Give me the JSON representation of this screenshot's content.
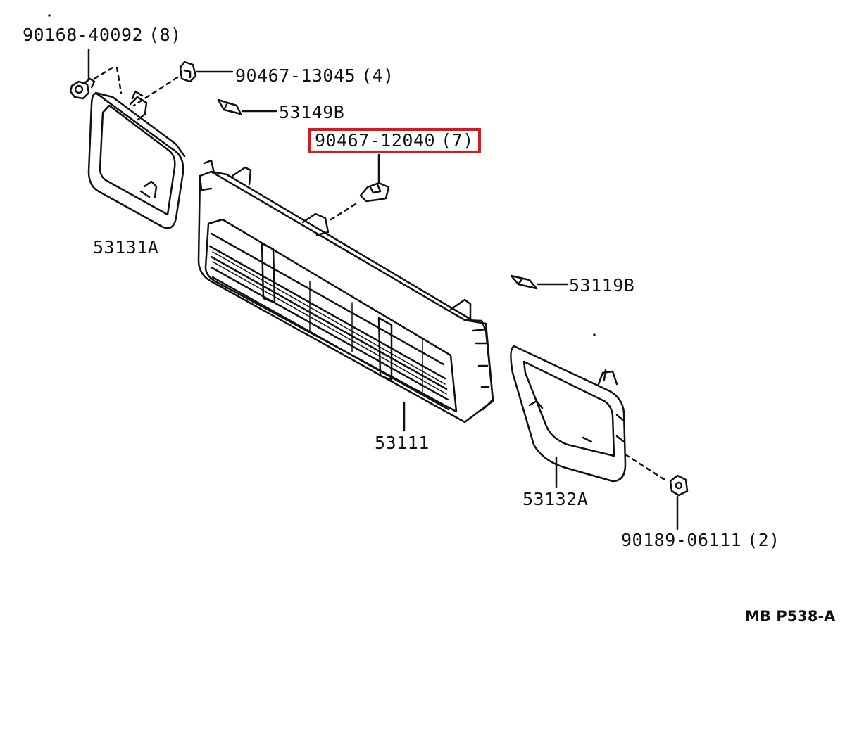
{
  "diagram": {
    "callouts": [
      {
        "id": "bolt",
        "part": "90168-40092",
        "qty": "(8)"
      },
      {
        "id": "clip-top",
        "part": "90467-13045",
        "qty": "(4)"
      },
      {
        "id": "bracket-left",
        "part": "53149B"
      },
      {
        "id": "clip-center",
        "part": "90467-12040",
        "qty": "(7)",
        "highlighted": true
      },
      {
        "id": "molding-left",
        "part": "53131A"
      },
      {
        "id": "bracket-right",
        "part": "53119B"
      },
      {
        "id": "grille",
        "part": "53111"
      },
      {
        "id": "molding-right",
        "part": "53132A"
      },
      {
        "id": "nut",
        "part": "90189-06111",
        "qty": "(2)"
      }
    ],
    "drawing_code": "MB P538-A",
    "colors": {
      "line": "#111111",
      "highlight": "#e0141b",
      "background": "#ffffff"
    }
  }
}
